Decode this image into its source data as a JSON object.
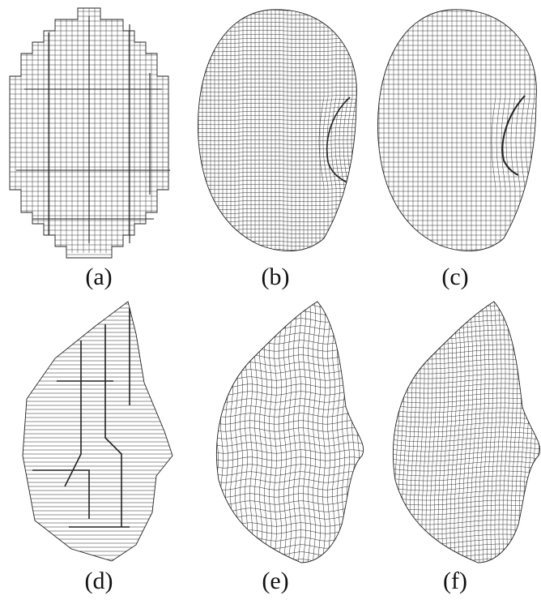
{
  "panels": [
    {
      "id": "a",
      "label": "(a)",
      "view": "front",
      "stage": "coarse-voxel"
    },
    {
      "id": "b",
      "label": "(b)",
      "view": "front",
      "stage": "refined"
    },
    {
      "id": "c",
      "label": "(c)",
      "view": "front",
      "stage": "smooth"
    },
    {
      "id": "d",
      "label": "(d)",
      "view": "side",
      "stage": "coarse-voxel"
    },
    {
      "id": "e",
      "label": "(e)",
      "view": "side",
      "stage": "refined"
    },
    {
      "id": "f",
      "label": "(f)",
      "view": "side",
      "stage": "smooth"
    }
  ],
  "colors": {
    "background": "#ffffff",
    "line": "#222222",
    "label": "#111111"
  }
}
